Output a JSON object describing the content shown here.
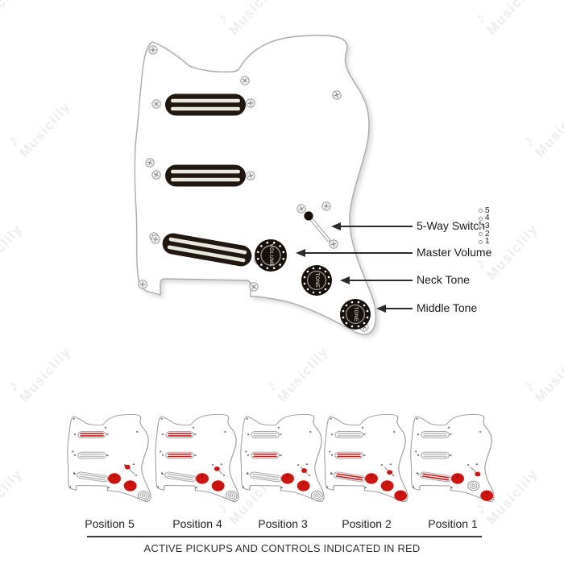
{
  "watermark": {
    "text": "Musiclily",
    "note": "♪",
    "color": "#ededed"
  },
  "main_diagram": {
    "knob_labels": {
      "volume": "VOLUME",
      "neck_tone": "TONE",
      "middle_tone": "TONE"
    },
    "callouts": [
      {
        "label": "5-Way Switch"
      },
      {
        "label": "Master Volume"
      },
      {
        "label": "Neck Tone"
      },
      {
        "label": "Middle Tone"
      }
    ],
    "switch_scale": [
      "5",
      "4",
      "3",
      "2",
      "1"
    ]
  },
  "positions": [
    {
      "label": "Position 5",
      "switch": 5,
      "active_pickups": [
        "neck"
      ],
      "active_controls": [
        "volume",
        "neck_tone"
      ]
    },
    {
      "label": "Position 4",
      "switch": 4,
      "active_pickups": [
        "neck",
        "middle"
      ],
      "active_controls": [
        "volume",
        "neck_tone"
      ]
    },
    {
      "label": "Position 3",
      "switch": 3,
      "active_pickups": [
        "middle"
      ],
      "active_controls": [
        "volume",
        "neck_tone"
      ]
    },
    {
      "label": "Position 2",
      "switch": 2,
      "active_pickups": [
        "middle",
        "bridge"
      ],
      "active_controls": [
        "volume",
        "neck_tone",
        "middle_tone"
      ]
    },
    {
      "label": "Position 1",
      "switch": 1,
      "active_pickups": [
        "bridge"
      ],
      "active_controls": [
        "volume",
        "middle_tone"
      ]
    }
  ],
  "legend": {
    "caption": "ACTIVE PICKUPS AND CONTROLS INDICATED IN RED"
  },
  "colors": {
    "active_red": "#cf1410",
    "pickup_black": "#1f1710",
    "stripe_light": "#e8e8e0",
    "outline_gray": "#9b9b9b",
    "arrow_dark": "#2b2b2b"
  }
}
